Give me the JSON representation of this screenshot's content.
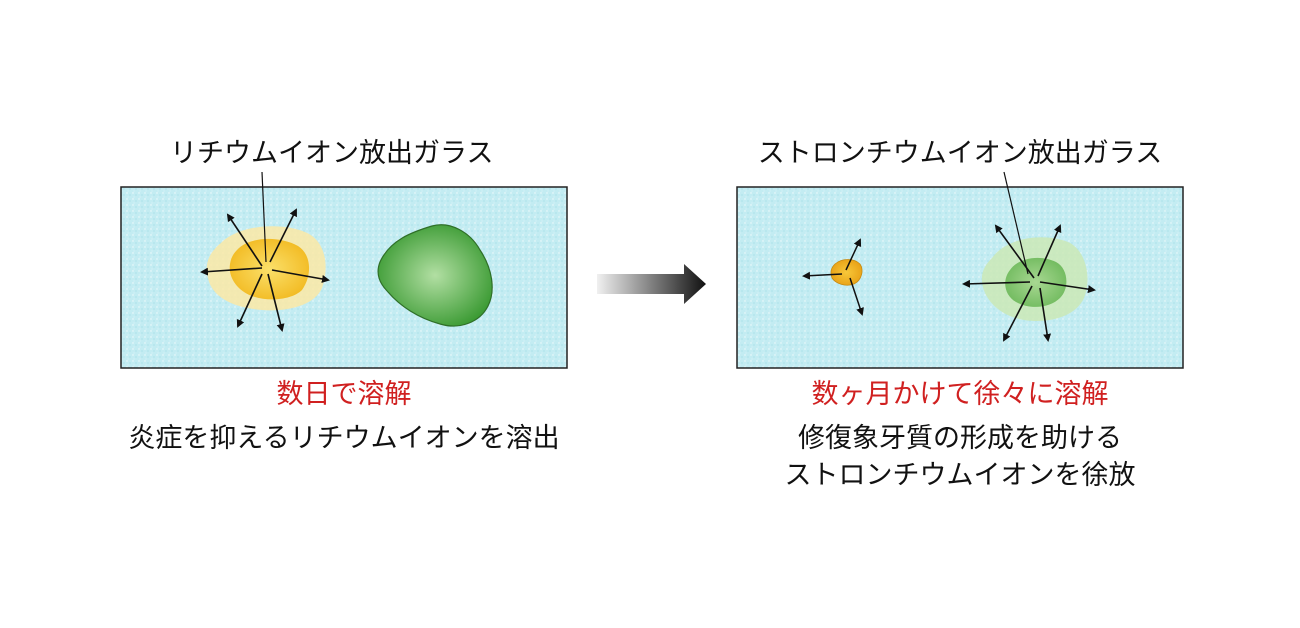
{
  "left_panel": {
    "title": "リチウムイオン放出ガラス",
    "status": "数日で溶解",
    "description": "炎症を抑えるリチウムイオンを溶出",
    "colors": {
      "background": "#bde9ef",
      "glass_core": "#f2c21f",
      "glass_halo": "#fde9a4",
      "green_glass": "#4ca744",
      "green_glass_light": "#a9d89a"
    }
  },
  "right_panel": {
    "title": "ストロンチウムイオン放出ガラス",
    "status": "数ヶ月かけて徐々に溶解",
    "description_lines": [
      "修復象牙質の形成を助ける",
      "ストロンチウムイオンを徐放"
    ],
    "colors": {
      "background": "#bde9ef",
      "glass_core": "#f2b41b",
      "green_glass": "#8fcf7d",
      "green_glass_halo": "#c9e8b4"
    }
  },
  "arrow": {
    "icon": "right-arrow-icon",
    "gradient_start": "#ffffff",
    "gradient_end": "#111111"
  }
}
